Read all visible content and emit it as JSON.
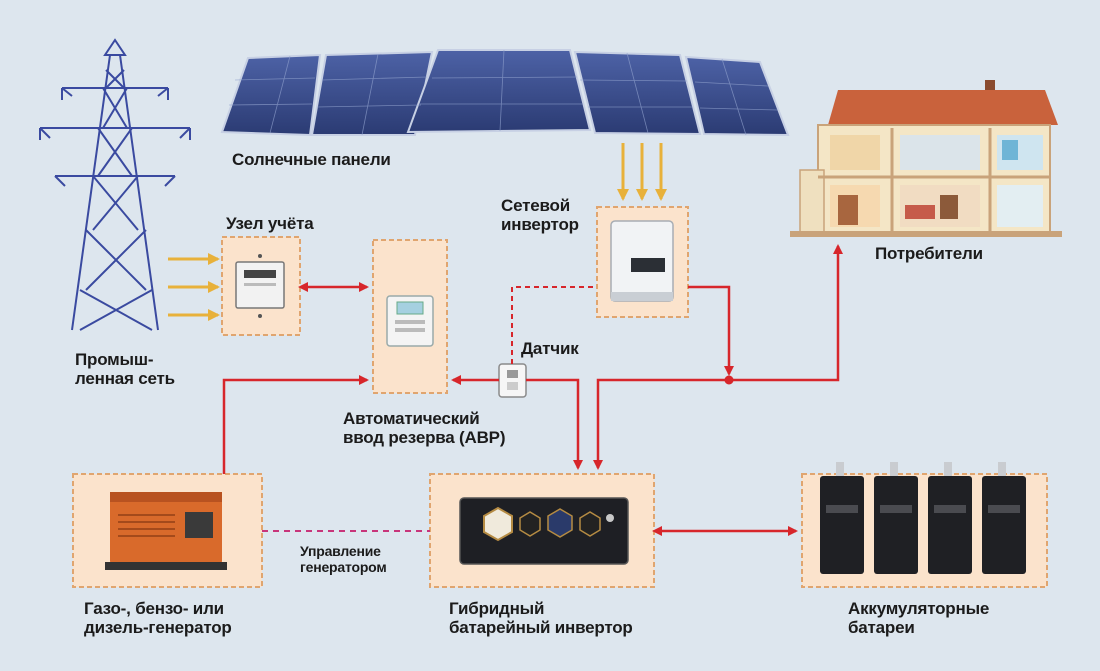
{
  "labels": {
    "solar_panels": "Солнечные панели",
    "metering_node": "Узел учёта",
    "grid_line1": "Промыш-",
    "grid_line2": "ленная сеть",
    "grid_inverter_line1": "Сетевой",
    "grid_inverter_line2": "инвертор",
    "consumers": "Потребители",
    "sensor": "Датчик",
    "ats_line1": "Автоматический",
    "ats_line2": "ввод резерва (АВР)",
    "generator_control_line1": "Управление",
    "generator_control_line2": "генератором",
    "generator_line1": "Газо-, бензо- или",
    "generator_line2": "дизель-генератор",
    "hybrid_inverter_line1": "Гибридный",
    "hybrid_inverter_line2": "батарейный инвертор",
    "batteries_line1": "Аккумуляторные",
    "batteries_line2": "батареи"
  },
  "colors": {
    "background": "#dde6ee",
    "box_fill": "#fbe3cc",
    "box_border": "#e0a56f",
    "power_line": "#d7262b",
    "signal_line": "#d7262b",
    "control_line": "#c8357a",
    "input_arrow": "#e8b13a",
    "solar_panel": "#3b4f8e",
    "house_roof": "#c9623c"
  },
  "icons": {
    "pylon": "power-pylon-icon",
    "solar": "solar-panel-icon",
    "house": "house-icon",
    "meter": "electric-meter-icon",
    "ats": "ats-cabinet-icon",
    "inverter": "grid-inverter-icon",
    "sensor": "sensor-icon",
    "generator": "generator-icon",
    "hybrid": "hybrid-inverter-icon",
    "battery": "battery-icon"
  }
}
